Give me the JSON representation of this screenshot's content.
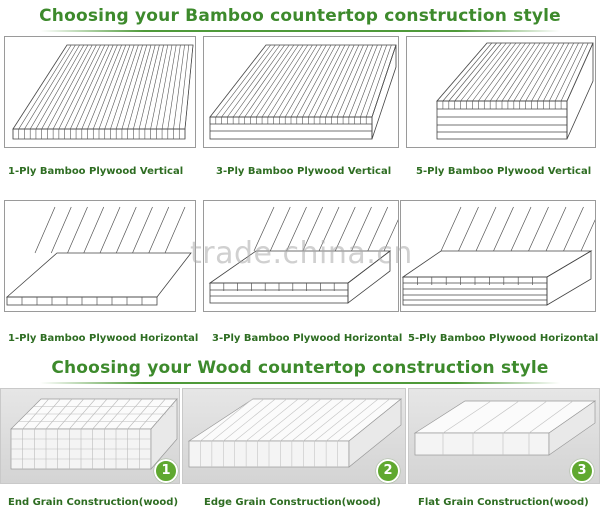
{
  "bamboo_section": {
    "title": "Choosing your Bamboo countertop construction style",
    "items": [
      {
        "label": "1-Ply Bamboo Plywood Vertical"
      },
      {
        "label": "3-Ply Bamboo Plywood Vertical"
      },
      {
        "label": "5-Ply Bamboo Plywood Vertical"
      },
      {
        "label": "1-Ply Bamboo Plywood Horizontal"
      },
      {
        "label": "3-Ply Bamboo Plywood Horizontal"
      },
      {
        "label": "5-Ply Bamboo Plywood Horizontal"
      }
    ]
  },
  "wood_section": {
    "title": "Choosing your Wood countertop construction style",
    "items": [
      {
        "label": "End Grain Construction(wood)",
        "badge": "1"
      },
      {
        "label": "Edge Grain Construction(wood)",
        "badge": "2"
      },
      {
        "label": "Flat Grain Construction(wood)",
        "badge": "3"
      }
    ]
  },
  "watermark": "trade.china.cn",
  "colors": {
    "heading": "#3d8a2c",
    "badge": "#5fa82f"
  }
}
